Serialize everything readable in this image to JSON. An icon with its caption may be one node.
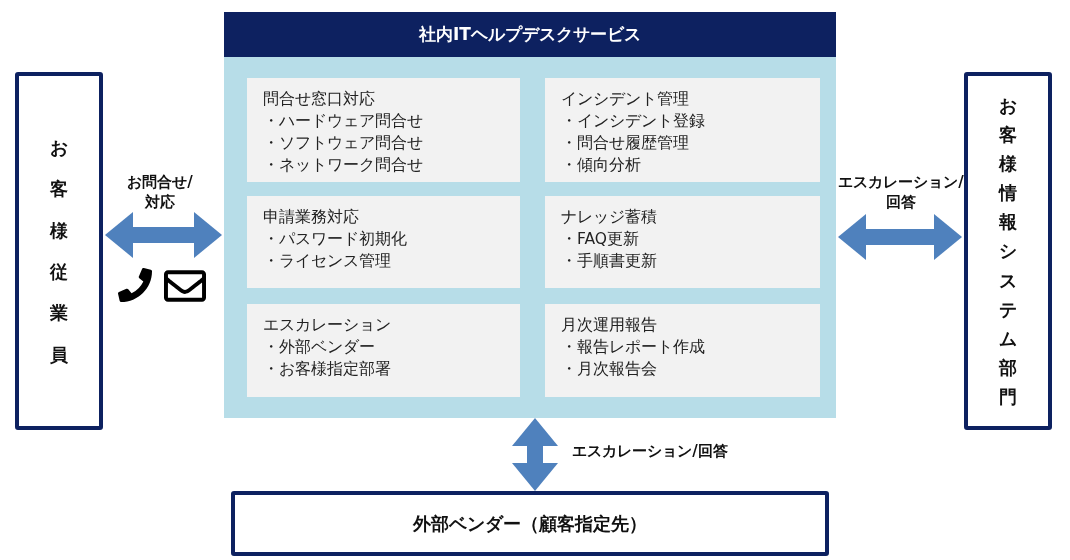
{
  "diagram": {
    "nodes": [
      {
        "text": [
          "お客様従業員"
        ]
      },
      {
        "text": [
          "社内ITヘルプデスクサービス"
        ]
      },
      {
        "text": [
          "問合せ窓口対応",
          "・ハードウェア問合せ",
          "・ソフトウェア問合せ",
          "・ネットワーク問合せ"
        ],
        "in": 1
      },
      {
        "text": [
          "インシデント管理",
          "・インシデント登録",
          "・問合せ履歴管理",
          "・傾向分析"
        ],
        "in": 1
      },
      {
        "text": [
          "申請業務対応",
          "・パスワード初期化",
          "・ライセンス管理"
        ],
        "in": 1
      },
      {
        "text": [
          "ナレッジ蓄積",
          "・FAQ更新",
          "・手順書更新"
        ],
        "in": 1
      },
      {
        "text": [
          "エスカレーション",
          "・外部ベンダー",
          "・お客様指定部署"
        ],
        "in": 1
      },
      {
        "text": [
          "月次運用報告",
          "・報告レポート作成",
          "・月次報告会"
        ],
        "in": 1
      },
      {
        "text": [
          "お客様情報システム部門"
        ]
      },
      {
        "text": [
          "外部ベンダー（顧客指定先）"
        ]
      }
    ],
    "edges": [
      {
        "from": 0,
        "to": 1,
        "arrow": "both",
        "label": "お問合せ/対応"
      },
      {
        "from": 1,
        "to": 8,
        "arrow": "both",
        "label": "エスカレーション/回答"
      },
      {
        "from": 1,
        "to": 9,
        "arrow": "both",
        "label": "エスカレーション/回答"
      }
    ]
  }
}
